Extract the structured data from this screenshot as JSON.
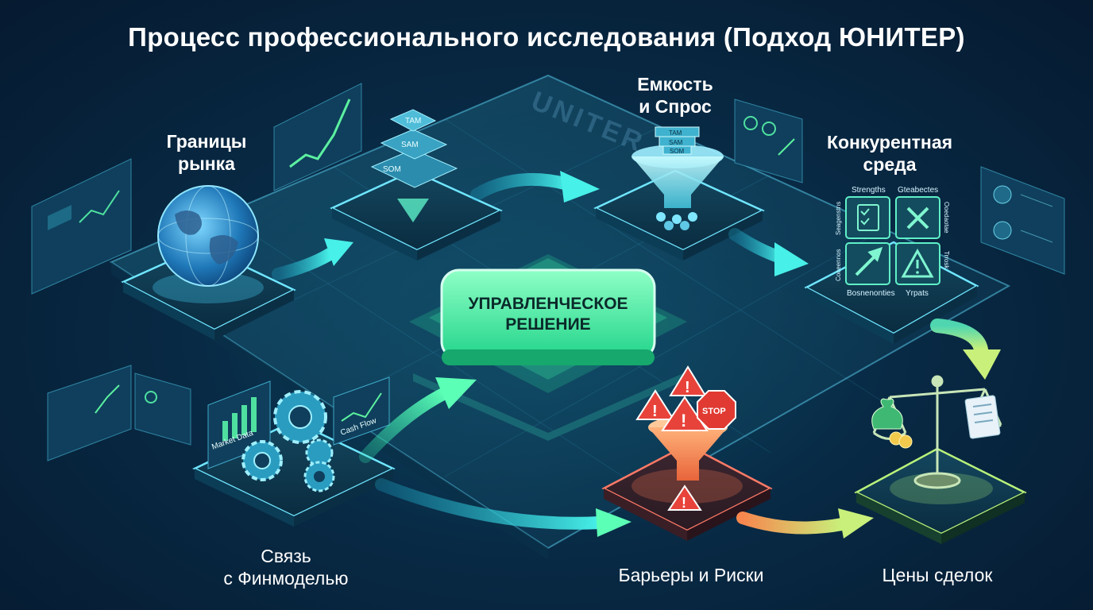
{
  "title": "Процесс профессионального исследования (Подход ЮНИТЕР)",
  "watermark": "UNITER",
  "center": {
    "line1": "УПРАВЛЕНЧЕСКОЕ",
    "line2": "РЕШЕНИЕ",
    "color": "#3ef0a6"
  },
  "steps": {
    "market_bounds": {
      "line1": "Границы",
      "line2": "рынка"
    },
    "capacity": {
      "line1": "Емкость",
      "line2": "и Спрос"
    },
    "competition": {
      "line1": "Конкурентная",
      "line2": "среда"
    },
    "fin_model": {
      "line1": "Связь",
      "line2": "с Финмоделью"
    },
    "barriers": {
      "label": "Барьеры и Риски"
    },
    "deal_prices": {
      "label": "Цены сделок"
    }
  },
  "pyramid": {
    "top": "TAM",
    "mid": "SAM",
    "bottom": "SOM"
  },
  "funnel_labels": {
    "top": "TAM",
    "mid": "SAM",
    "bottom": "SOM"
  },
  "swot": {
    "top_left": "Strengths",
    "top_right": "Gteabectes",
    "bottom_left": "Bosnenonties",
    "bottom_right": "Yrpats",
    "left_top": "Seagenstns",
    "left_bottom": "Coceennos",
    "right_top": "Ooedaotae",
    "right_bottom": "Trrosk"
  },
  "panels": {
    "market_data": "Market Data",
    "cash_flow": "Cash Flow"
  },
  "stop_sign": "STOP",
  "colors": {
    "teal": "#2fd6c8",
    "green": "#3ef0a6",
    "red": "#ff5a4e",
    "orange": "#f7a35c"
  }
}
